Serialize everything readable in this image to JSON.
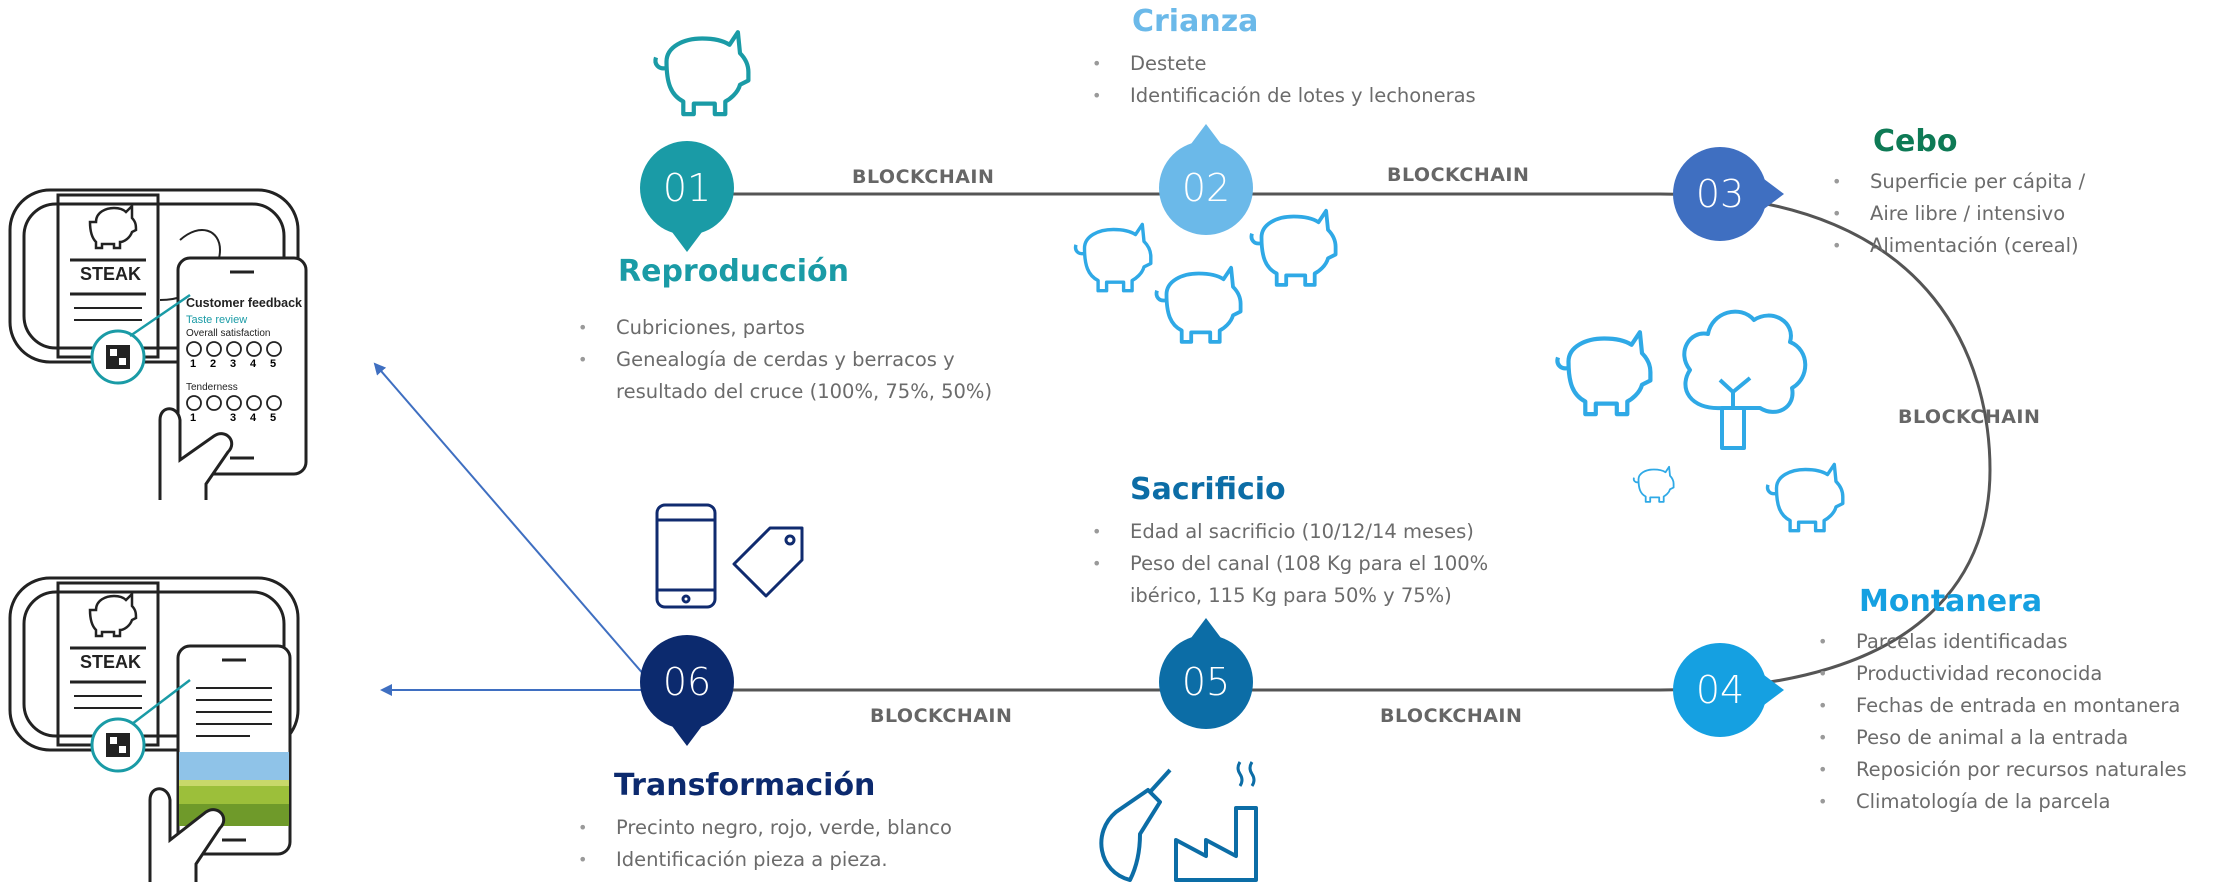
{
  "blockchain_label": "BLOCKCHAIN",
  "colors": {
    "step1": "#1a9ba6",
    "step2": "#6bb9e9",
    "step3": "#3f6fc1",
    "step4": "#15a0e1",
    "step5": "#0c6da6",
    "step6": "#0c2a6e",
    "icon_light": "#2fa9e6",
    "icon_dark": "#102b6f",
    "line": "#555555",
    "bullet_text": "#6b6b6b"
  },
  "steps": {
    "s01": {
      "num": "01",
      "title": "Reproducción",
      "bullets": [
        "Cubriciones, partos",
        "Genealogía de cerdas y berracos y",
        "resultado del cruce (100%, 75%, 50%)"
      ]
    },
    "s02": {
      "num": "02",
      "title": "Crianza",
      "bullets": [
        "Destete",
        "Identificación de lotes y lechoneras"
      ]
    },
    "s03": {
      "num": "03",
      "title": "Cebo",
      "bullets": [
        "Superficie per cápita /",
        "Aire libre / intensivo",
        "Alimentación (cereal)"
      ]
    },
    "s04": {
      "num": "04",
      "title": "Montanera",
      "bullets": [
        "Parcelas identificadas",
        "Productividad reconocida",
        "Fechas de entrada en montanera",
        "Peso de animal a la entrada",
        "Reposición por recursos naturales",
        "Climatología de la parcela"
      ]
    },
    "s05": {
      "num": "05",
      "title": "Sacrificio",
      "bullets": [
        "Edad al sacrificio (10/12/14 meses)",
        "Peso del canal (108 Kg para el 100%",
        "ibérico, 115 Kg para 50% y 75%)"
      ]
    },
    "s06": {
      "num": "06",
      "title": "Transformación",
      "bullets": [
        "Precinto negro, rojo, verde, blanco",
        "Identificación pieza a pieza."
      ]
    }
  },
  "package": {
    "steak_label": "STEAK"
  },
  "phone": {
    "feedback_title": "Customer feedback",
    "taste_review": "Taste review",
    "overall": "Overall satisfaction",
    "tenderness": "Tenderness",
    "scale": [
      "1",
      "2",
      "3",
      "4",
      "5"
    ]
  }
}
